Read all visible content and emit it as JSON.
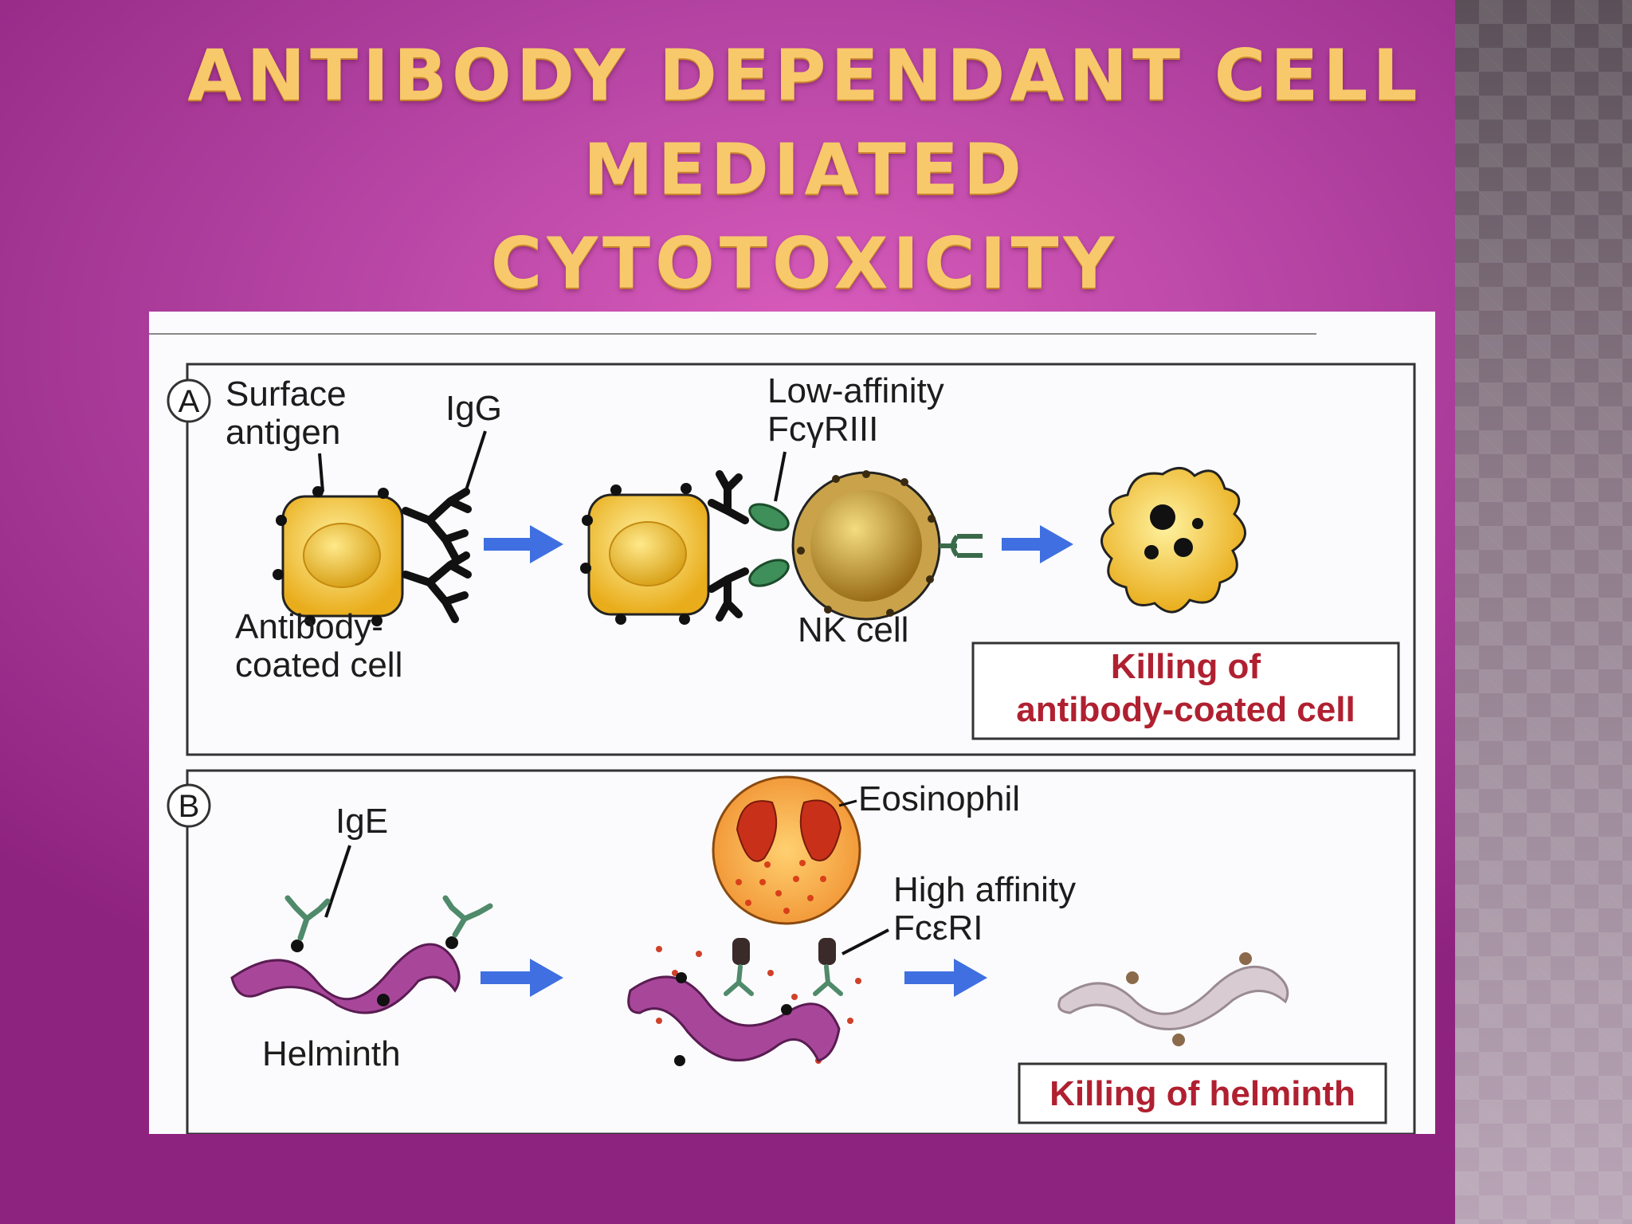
{
  "slide": {
    "title_line1": "ANTIBODY DEPENDANT CELL MEDIATED",
    "title_line2": "CYTOTOXICITY"
  },
  "panel_a": {
    "letter": "A",
    "surface_antigen_line1": "Surface",
    "surface_antigen_line2": "antigen",
    "igg": "IgG",
    "low_affinity_line1": "Low-affinity",
    "low_affinity_line2": "FcγRIII",
    "antibody_coated_line1": "Antibody-",
    "antibody_coated_line2": "coated cell",
    "nk_cell": "NK cell",
    "result_line1": "Killing of",
    "result_line2": "antibody-coated cell"
  },
  "panel_b": {
    "letter": "B",
    "ige": "IgE",
    "eosinophil": "Eosinophil",
    "high_affinity_line1": "High affinity",
    "high_affinity_line2": "FcεRI",
    "helminth": "Helminth",
    "result": "Killing of helminth"
  },
  "colors": {
    "title": "#f7c96a",
    "arrow": "#3f6fe0",
    "target_cell": "#f2c12e",
    "nk_cell": "#b8902a",
    "eosinophil": "#f0a040",
    "helminth": "#a8479a",
    "dead_helminth": "#d8cbd2",
    "result_text": "#b02030"
  }
}
